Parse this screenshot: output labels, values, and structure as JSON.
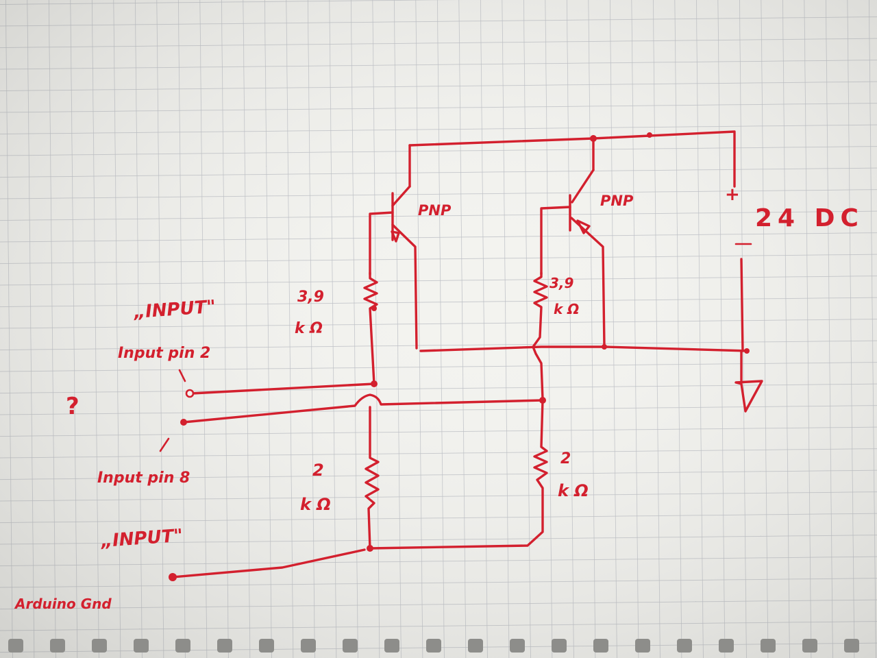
{
  "labels": {
    "pnp_left": "PNP",
    "pnp_right": "PNP",
    "supply": "24 DC",
    "supply_plus": "+",
    "supply_minus": "-",
    "r_top_left_value": "3,9",
    "r_top_left_unit": "k Ω",
    "r_top_right_value": "3,9",
    "r_top_right_unit": "k Ω",
    "r_bottom_left_value": "2",
    "r_bottom_left_unit": "k Ω",
    "r_bottom_right_value": "2",
    "r_bottom_right_unit": "k Ω",
    "input_top_quote": "„INPUT\"",
    "input_pin_2": "Input pin 2",
    "input_pin_8": "Input pin 8",
    "input_bottom_quote": "„INPUT\"",
    "question_mark": "?",
    "arduino_gnd": "Arduino Gnd"
  },
  "colors": {
    "ink": "#d3202e",
    "paper": "#f3f3ef",
    "grid": "#b9bcc2"
  }
}
